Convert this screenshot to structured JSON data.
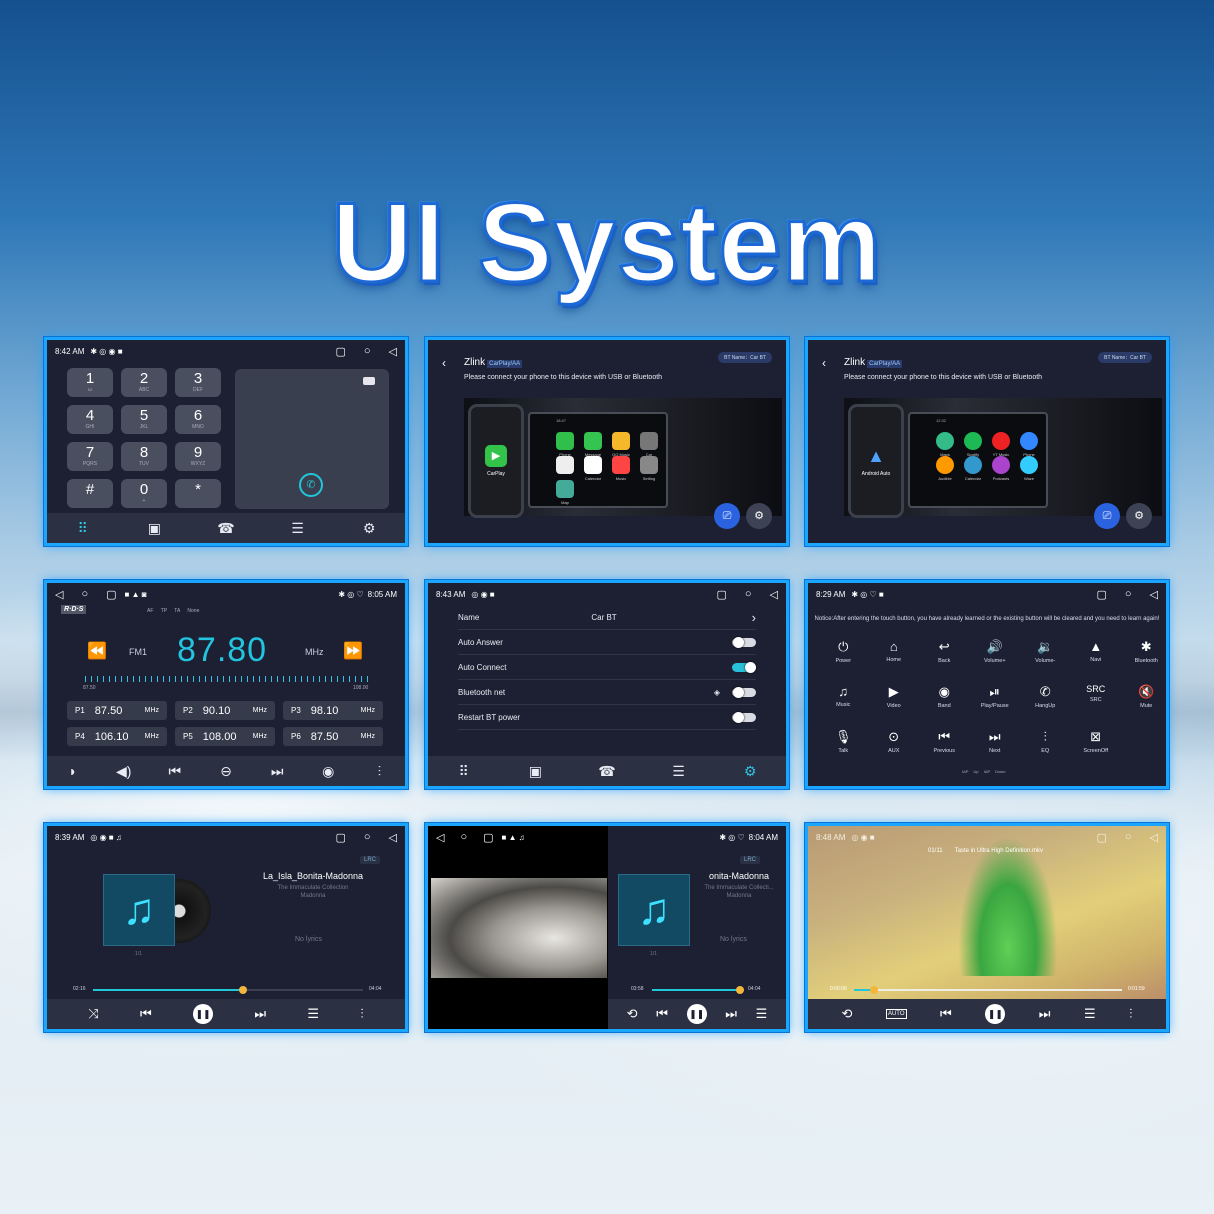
{
  "title": "UI System",
  "dialer": {
    "time": "8:42 AM",
    "keys": [
      {
        "d": "1",
        "s": "ω"
      },
      {
        "d": "2",
        "s": "ABC"
      },
      {
        "d": "3",
        "s": "DEF"
      },
      {
        "d": "4",
        "s": "GHI"
      },
      {
        "d": "5",
        "s": "JKL"
      },
      {
        "d": "6",
        "s": "MNO"
      },
      {
        "d": "7",
        "s": "PQRS"
      },
      {
        "d": "8",
        "s": "TUV"
      },
      {
        "d": "9",
        "s": "WXYZ"
      },
      {
        "d": "#",
        "s": ""
      },
      {
        "d": "0",
        "s": "+"
      },
      {
        "d": "*",
        "s": ""
      }
    ]
  },
  "carplay": {
    "title": "Zlink",
    "tag": "CarPlay/AA",
    "bt": "BT Name：Car BT",
    "subtitle": "Please connect your phone to this device with USB or Bluetooth",
    "phone_label": "CarPlay",
    "apps": [
      "Phone",
      "Message",
      "QQ Music",
      "Car",
      "",
      "Calendar",
      "Music",
      "Setting",
      "Map"
    ],
    "clock": "18:47"
  },
  "android": {
    "title": "Zlink",
    "tag": "CarPlay/AA",
    "bt": "BT Name：Car BT",
    "subtitle": "Please connect your phone to this device with USB or Bluetooth",
    "phone_label": "Android Auto",
    "apps": [
      "Maps",
      "Spotify",
      "YT Music",
      "Phone",
      "Audible",
      "Calendar",
      "Podcasts",
      "Waze"
    ],
    "clock": "12:32"
  },
  "radio": {
    "time": "8:05 AM",
    "rds": "R·D·S",
    "flags": "AF TP TA None",
    "freq": "87.80",
    "band": "FM1",
    "unit": "MHz",
    "min": "87.50",
    "max": "108.00",
    "presets": [
      {
        "p": "P1",
        "f": "87.50"
      },
      {
        "p": "P2",
        "f": "90.10"
      },
      {
        "p": "P3",
        "f": "98.10"
      },
      {
        "p": "P4",
        "f": "106.10"
      },
      {
        "p": "P5",
        "f": "108.00"
      },
      {
        "p": "P6",
        "f": "87.50"
      }
    ],
    "mhz": "MHz"
  },
  "bt": {
    "time": "8:43 AM",
    "name_label": "Name",
    "name_value": "Car BT",
    "rows": [
      "Auto Answer",
      "Auto Connect",
      "Bluetooth net",
      "Restart BT power"
    ]
  },
  "steer": {
    "time": "8:29 AM",
    "note": "Notice:After entering the touch button, you have already learned or the existing button will be cleared and you need to learn again!",
    "buttons": [
      "Power",
      "Home",
      "Back",
      "Volume+",
      "Volume-",
      "Navi",
      "Bluetooth",
      "Music",
      "Video",
      "Band",
      "Play/Pause",
      "HangUp",
      "SRC",
      "Mute",
      "Talk",
      "AUX",
      "Previous",
      "Next",
      "EQ",
      "ScreenOff"
    ],
    "src_glyph": "SRC",
    "iap": "IAP Up  IAP Down"
  },
  "music1": {
    "time": "8:39 AM",
    "lrc": "LRC",
    "song": "La_Isla_Bonita-Madonna",
    "album": "The Immaculate Collection",
    "artist": "Madonna",
    "lyrics": "No lyrics",
    "count": "1/1",
    "cur": "02:16",
    "total": "04:04"
  },
  "music2": {
    "time": "8:04 AM",
    "lrc": "LRC",
    "song": "onita-Madonna",
    "album": "The Immaculate Collecti...",
    "artist": "Madonna",
    "lyrics": "No lyrics",
    "count": "1/1",
    "cur": "03:58",
    "total": "04:04"
  },
  "video": {
    "time": "8:48 AM",
    "count": "01/11",
    "file": "Taste in Ultra High Definition.mkv",
    "cur": "0:00:09",
    "total": "0:01:59",
    "auto": "AUTO"
  }
}
